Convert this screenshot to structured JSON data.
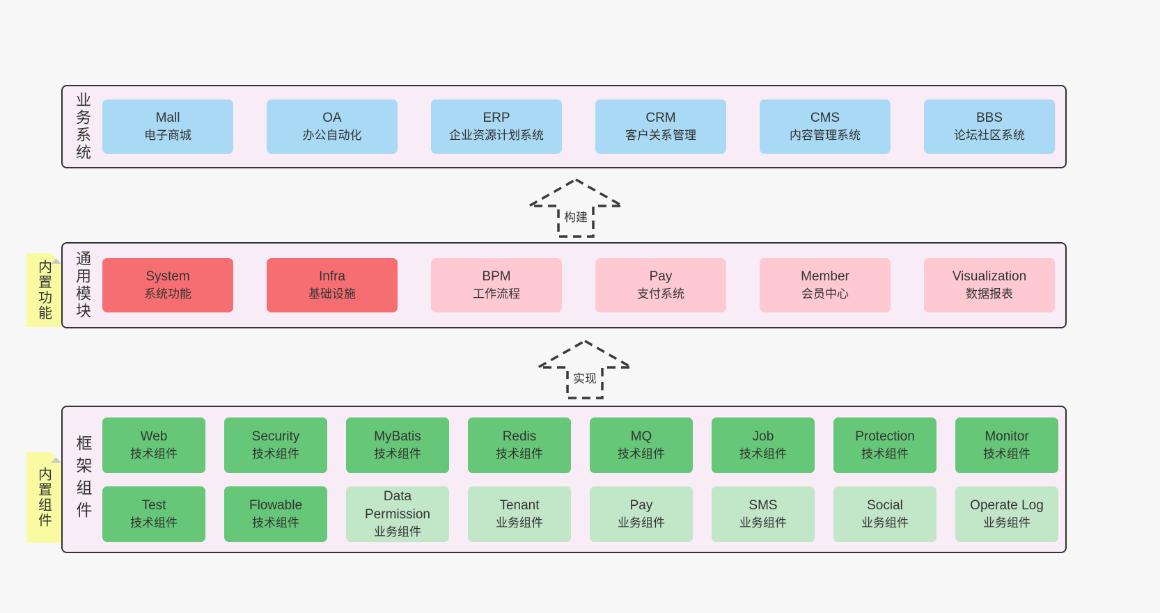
{
  "diagram": {
    "colors": {
      "page_bg": "#f7f7f7",
      "panel_bg": "#f8edf6",
      "border": "#333333",
      "text": "#333333",
      "blue": "#a9d9f4",
      "red": "#f76e72",
      "pink": "#ffc9d2",
      "green": "#66c778",
      "light_green": "#c2e6c8",
      "note_yellow": "#fafaa2",
      "fold_gray": "#c9c9c9"
    },
    "arrows": [
      {
        "label": "构建"
      },
      {
        "label": "实现"
      }
    ],
    "layers": [
      {
        "id": "business-systems",
        "side_label": "业务系统",
        "rows": [
          [
            {
              "name": "Mall",
              "desc": "电子商城",
              "variant": "blue"
            },
            {
              "name": "OA",
              "desc": "办公自动化",
              "variant": "blue"
            },
            {
              "name": "ERP",
              "desc": "企业资源计划系统",
              "variant": "blue"
            },
            {
              "name": "CRM",
              "desc": "客户关系管理",
              "variant": "blue"
            },
            {
              "name": "CMS",
              "desc": "内容管理系统",
              "variant": "blue"
            },
            {
              "name": "BBS",
              "desc": "论坛社区系统",
              "variant": "blue"
            }
          ]
        ]
      },
      {
        "id": "common-modules",
        "side_label": "通用模块",
        "note_label": "内置功能",
        "rows": [
          [
            {
              "name": "System",
              "desc": "系统功能",
              "variant": "red"
            },
            {
              "name": "Infra",
              "desc": "基础设施",
              "variant": "red"
            },
            {
              "name": "BPM",
              "desc": "工作流程",
              "variant": "pink"
            },
            {
              "name": "Pay",
              "desc": "支付系统",
              "variant": "pink"
            },
            {
              "name": "Member",
              "desc": "会员中心",
              "variant": "pink"
            },
            {
              "name": "Visualization",
              "desc": "数据报表",
              "variant": "pink"
            }
          ]
        ]
      },
      {
        "id": "framework-components",
        "side_label": "框架组件",
        "note_label": "内置组件",
        "rows": [
          [
            {
              "name": "Web",
              "desc": "技术组件",
              "variant": "green"
            },
            {
              "name": "Security",
              "desc": "技术组件",
              "variant": "green"
            },
            {
              "name": "MyBatis",
              "desc": "技术组件",
              "variant": "green"
            },
            {
              "name": "Redis",
              "desc": "技术组件",
              "variant": "green"
            },
            {
              "name": "MQ",
              "desc": "技术组件",
              "variant": "green"
            },
            {
              "name": "Job",
              "desc": "技术组件",
              "variant": "green"
            },
            {
              "name": "Protection",
              "desc": "技术组件",
              "variant": "green"
            },
            {
              "name": "Monitor",
              "desc": "技术组件",
              "variant": "green"
            }
          ],
          [
            {
              "name": "Test",
              "desc": "技术组件",
              "variant": "green"
            },
            {
              "name": "Flowable",
              "desc": "技术组件",
              "variant": "green"
            },
            {
              "name": "Data Permission",
              "desc": "业务组件",
              "variant": "lightgreen"
            },
            {
              "name": "Tenant",
              "desc": "业务组件",
              "variant": "lightgreen"
            },
            {
              "name": "Pay",
              "desc": "业务组件",
              "variant": "lightgreen"
            },
            {
              "name": "SMS",
              "desc": "业务组件",
              "variant": "lightgreen"
            },
            {
              "name": "Social",
              "desc": "业务组件",
              "variant": "lightgreen"
            },
            {
              "name": "Operate Log",
              "desc": "业务组件",
              "variant": "lightgreen"
            }
          ]
        ]
      }
    ]
  }
}
